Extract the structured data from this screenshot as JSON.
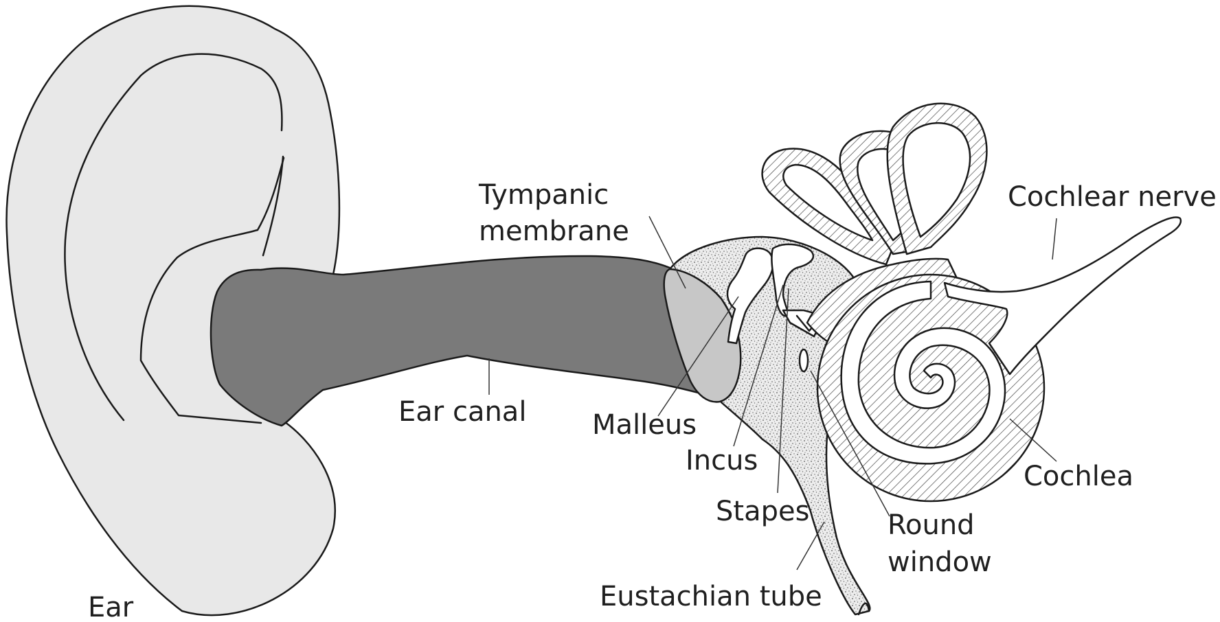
{
  "diagram": {
    "colors": {
      "outer_ear": "#e8e8e8",
      "ear_canal": "#7a7a7a",
      "tympanic_membrane": "#c7c7c7",
      "bone": "#ffffff",
      "stroke": "#1a1a1a",
      "label_text": "#1f1f1f"
    },
    "labels": {
      "ear": "Ear",
      "ear_canal": "Ear canal",
      "tympanic_line1": "Tympanic",
      "tympanic_line2": "membrane",
      "malleus": "Malleus",
      "incus": "Incus",
      "stapes": "Stapes",
      "eustachian_tube": "Eustachian tube",
      "round_line1": "Round",
      "round_line2": "window",
      "cochlea": "Cochlea",
      "cochlear_nerve": "Cochlear nerve"
    }
  }
}
